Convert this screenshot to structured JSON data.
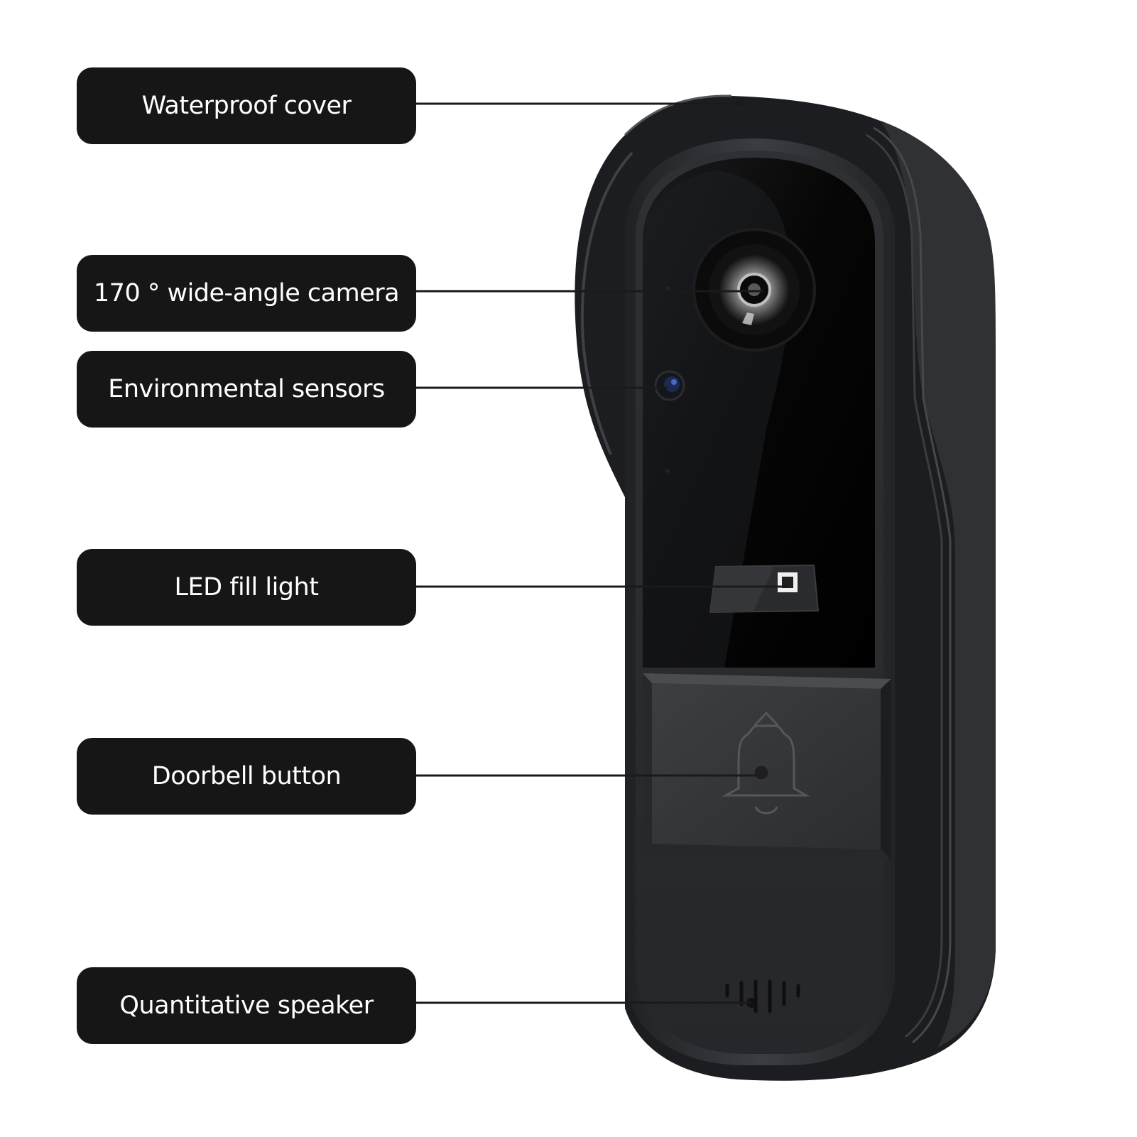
{
  "callouts": [
    {
      "id": "waterproof-cover",
      "label": "Waterproof cover"
    },
    {
      "id": "wide-angle-camera",
      "label": "170 ° wide-angle camera"
    },
    {
      "id": "environmental-sensors",
      "label": "Environmental sensors"
    },
    {
      "id": "led-fill-light",
      "label": "LED fill light"
    },
    {
      "id": "doorbell-button",
      "label": "Doorbell button"
    },
    {
      "id": "quantitative-speaker",
      "label": "Quantitative speaker"
    }
  ],
  "colors": {
    "label_bg": "#161616",
    "label_text": "#ffffff",
    "leader_line": "#1a1a1a",
    "device_body": "#2b2d30",
    "device_face": "#050505",
    "button_panel": "#34363a"
  },
  "icons": [
    "bell-icon",
    "speaker-grille-icon",
    "camera-lens-icon",
    "sensor-icon",
    "led-icon"
  ]
}
